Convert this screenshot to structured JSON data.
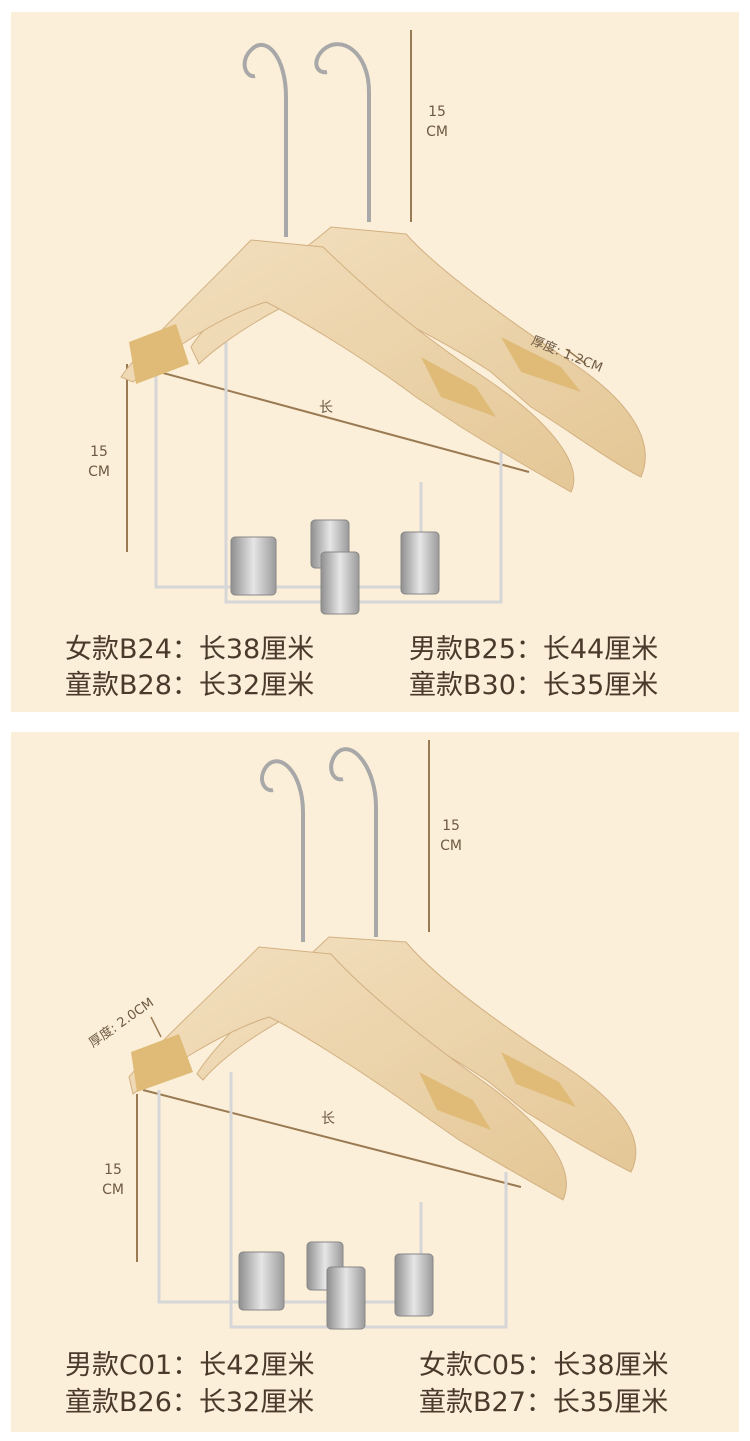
{
  "top_panel": {
    "hook_height": {
      "value": "15",
      "unit": "CM"
    },
    "frame_height": {
      "value": "15",
      "unit": "CM"
    },
    "thickness": {
      "label": "厚度:",
      "value": "1.2CM"
    },
    "length_label": "长",
    "specs": [
      "女款B24：长38厘米",
      "男款B25：长44厘米",
      "童款B28：长32厘米",
      "童款B30：长35厘米"
    ]
  },
  "bottom_panel": {
    "hook_height": {
      "value": "15",
      "unit": "CM"
    },
    "frame_height": {
      "value": "15",
      "unit": "CM"
    },
    "thickness": {
      "label": "厚度:",
      "value": "2.0CM"
    },
    "length_label": "长",
    "specs": [
      "男款C01：长42厘米",
      "女款C05：长38厘米",
      "童款B26：长32厘米",
      "童款B27：长35厘米"
    ]
  },
  "colors": {
    "background": "#fcefd9",
    "wood_light": "#ecd4ae",
    "wood_dark": "#e0bb78",
    "dimension_line": "#9a7a52",
    "text": "#4a3a2c",
    "metal": "#b8b8b8"
  }
}
